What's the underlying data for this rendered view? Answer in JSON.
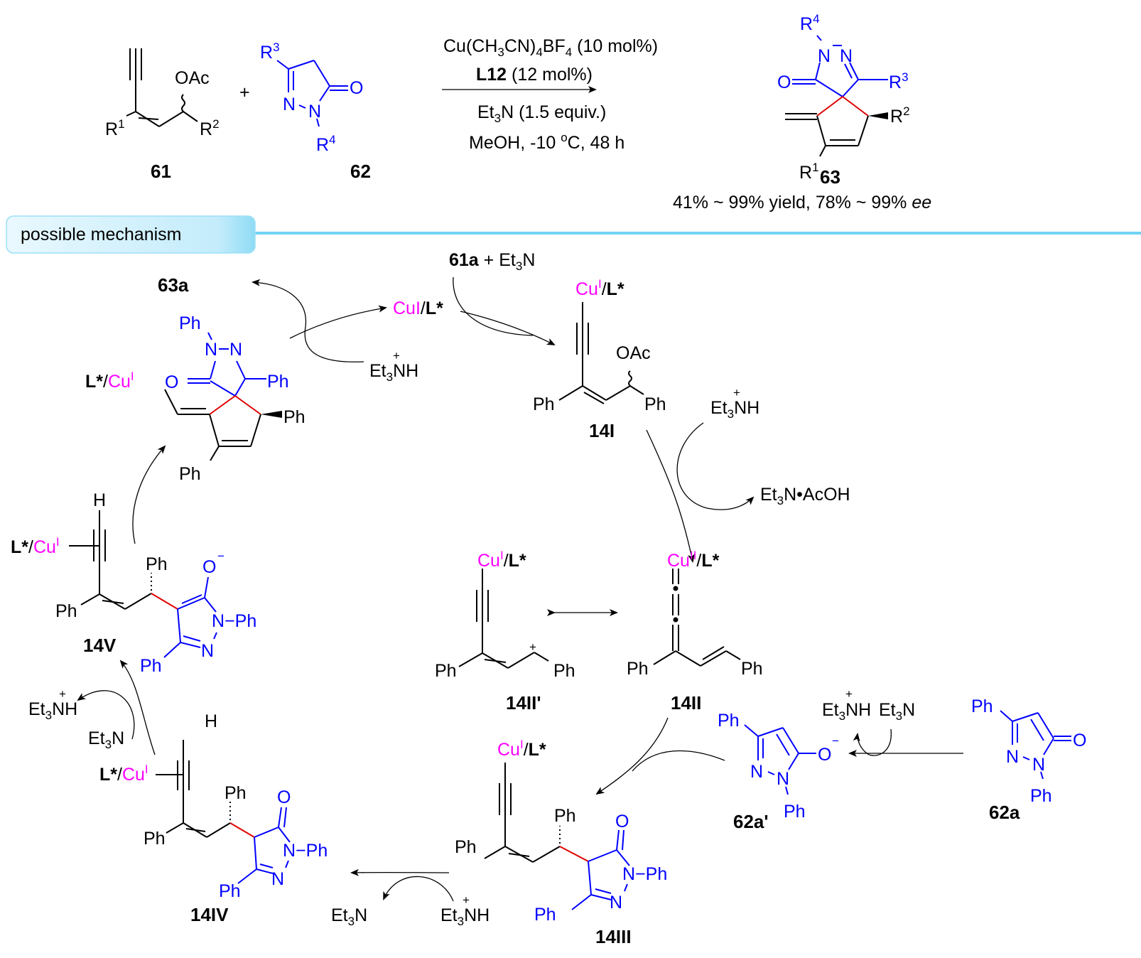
{
  "colors": {
    "metal": "#ff00ff",
    "pyrazolone": "#0000ff",
    "new_bond": "#e00000",
    "banner": "#8fdcf5",
    "divider": "#6fd3f2"
  },
  "scheme": {
    "reactant1": {
      "label": "61",
      "oac": "OAc",
      "r1": "R",
      "r1_sup": "1",
      "r2": "R",
      "r2_sup": "2"
    },
    "plus": "+",
    "reactant2": {
      "label": "62",
      "r3": "R",
      "r3_sup": "3",
      "r4": "R",
      "r4_sup": "4",
      "n1": "N",
      "n2": "N",
      "o": "O"
    },
    "conditions": {
      "line1_a": "Cu(CH",
      "line1_sub1": "3",
      "line1_b": "CN)",
      "line1_sub2": "4",
      "line1_c": "BF",
      "line1_sub3": "4",
      "line1_d": " (10 mol%)",
      "line2_bold": "L12",
      "line2_rest": " (12 mol%)",
      "line3_a": "Et",
      "line3_sub": "3",
      "line3_b": "N (1.5 equiv.)",
      "line4_a": "MeOH, -10 ",
      "line4_sup": "o",
      "line4_b": "C, 48 h"
    },
    "product": {
      "label": "63",
      "r1": "R",
      "r1_sup": "1",
      "r2": "R",
      "r2_sup": "2",
      "r3": "R",
      "r3_sup": "3",
      "r4": "R",
      "r4_sup": "4",
      "n1": "N",
      "n2": "N",
      "o": "O",
      "result_a": "41% ~ 99% yield, 78% ~ 99% ",
      "result_ee": "ee"
    }
  },
  "banner": {
    "title": "possible mechanism"
  },
  "mechanism": {
    "cui_catalyst": {
      "cu": "CuI",
      "slash": "/",
      "l": "L*"
    },
    "start": {
      "bold": "61a",
      "rest": " + Et",
      "sub": "3",
      "end": "N"
    },
    "product_63a": "63a",
    "et3nh": {
      "a": "Et",
      "sub": "3",
      "b": "NH",
      "charge": "+"
    },
    "et3n": {
      "a": "Et",
      "sub": "3",
      "b": "N"
    },
    "byproduct": {
      "a": "Et",
      "sub": "3",
      "b": "N•AcOH"
    },
    "ph": "Ph",
    "h": "H",
    "oac": "OAc",
    "cu": "Cu",
    "cu_I": "I",
    "cu_II": "II",
    "l_star": "L*",
    "slash": "/",
    "o": "O",
    "o_minus": "−",
    "n": "N",
    "n_ph": "N−Ph",
    "plus_charge": "+",
    "labels": {
      "i1": "14I",
      "i2": "14II",
      "i2p": "14II'",
      "i3": "14III",
      "i4": "14IV",
      "i5": "14V",
      "p62a": "62a",
      "p62ap": "62a'"
    }
  }
}
